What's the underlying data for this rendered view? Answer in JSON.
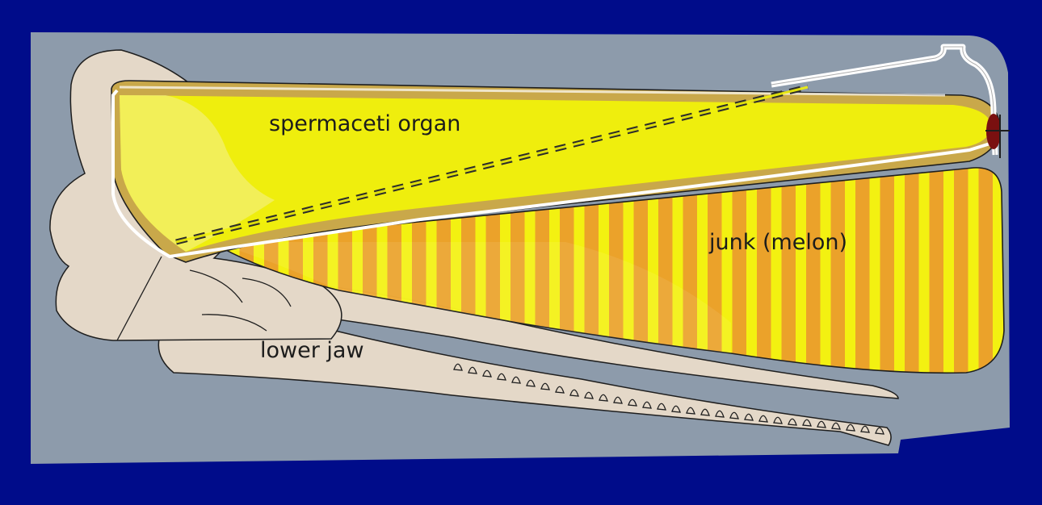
{
  "labels": {
    "spermaceti": "spermaceti organ",
    "junk": "junk (melon)",
    "jaw": "lower jaw"
  },
  "colors": {
    "frame": "#000c8a",
    "panel": "#8d9bab",
    "bone": "#e4d8c8",
    "spermaceti": "#f1f10a",
    "sheath": "#c9a84a",
    "junk_stripe_dark": "#eea226",
    "junk_stripe_light": "#f6f40c",
    "outline": "#1e1e1e",
    "duct": "#ffffff",
    "blowhole_red": "#7a1010"
  }
}
